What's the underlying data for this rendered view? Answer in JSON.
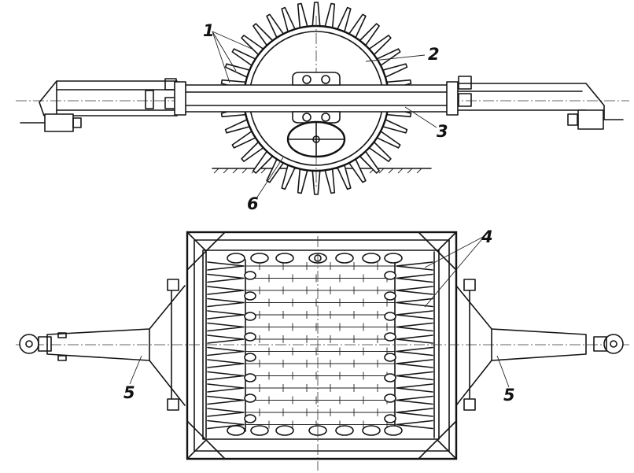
{
  "figure": {
    "callouts": [
      {
        "id": "c1",
        "label": "1"
      },
      {
        "id": "c2",
        "label": "2"
      },
      {
        "id": "c3",
        "label": "3"
      },
      {
        "id": "c4",
        "label": "4"
      },
      {
        "id": "c5a",
        "label": "5"
      },
      {
        "id": "c5b",
        "label": "5"
      },
      {
        "id": "c6",
        "label": "6"
      }
    ],
    "views": [
      "side-view",
      "top-view"
    ],
    "colors": {
      "ink": "#151515",
      "paper": "#ffffff"
    }
  }
}
